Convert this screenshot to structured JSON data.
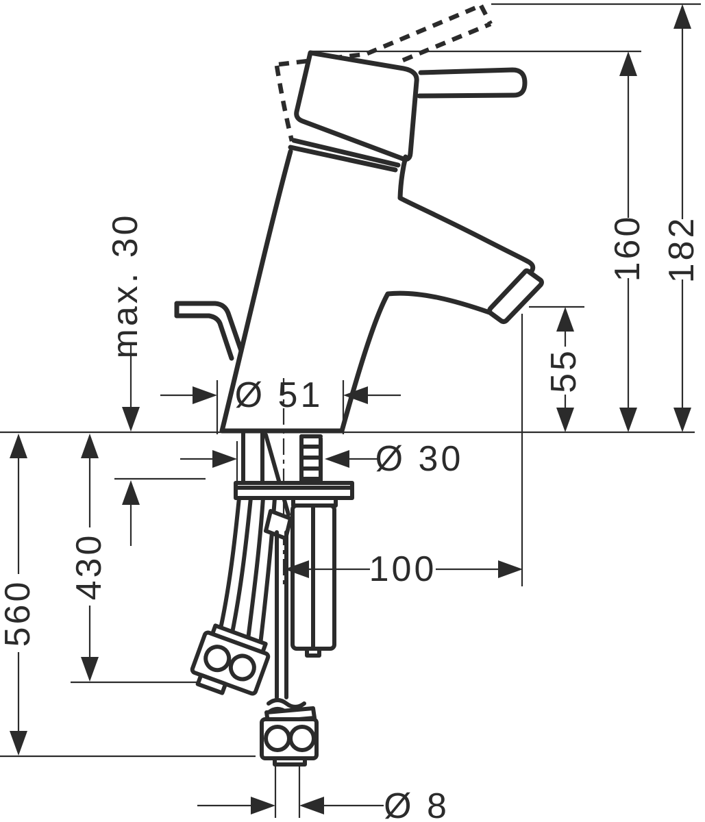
{
  "drawing": {
    "type": "single-lever basin mixer — dimensional technical drawing",
    "units": "mm"
  },
  "colors": {
    "line": "#2b2b2b",
    "background": "#ffffff"
  },
  "dims": {
    "max_deck": "max. 30",
    "d560": "560",
    "d430": "430",
    "dia51": "Ø 51",
    "dia30": "Ø 30",
    "d100": "100",
    "dia8": "Ø 8",
    "d55": "55",
    "d160": "160",
    "d182": "182"
  }
}
